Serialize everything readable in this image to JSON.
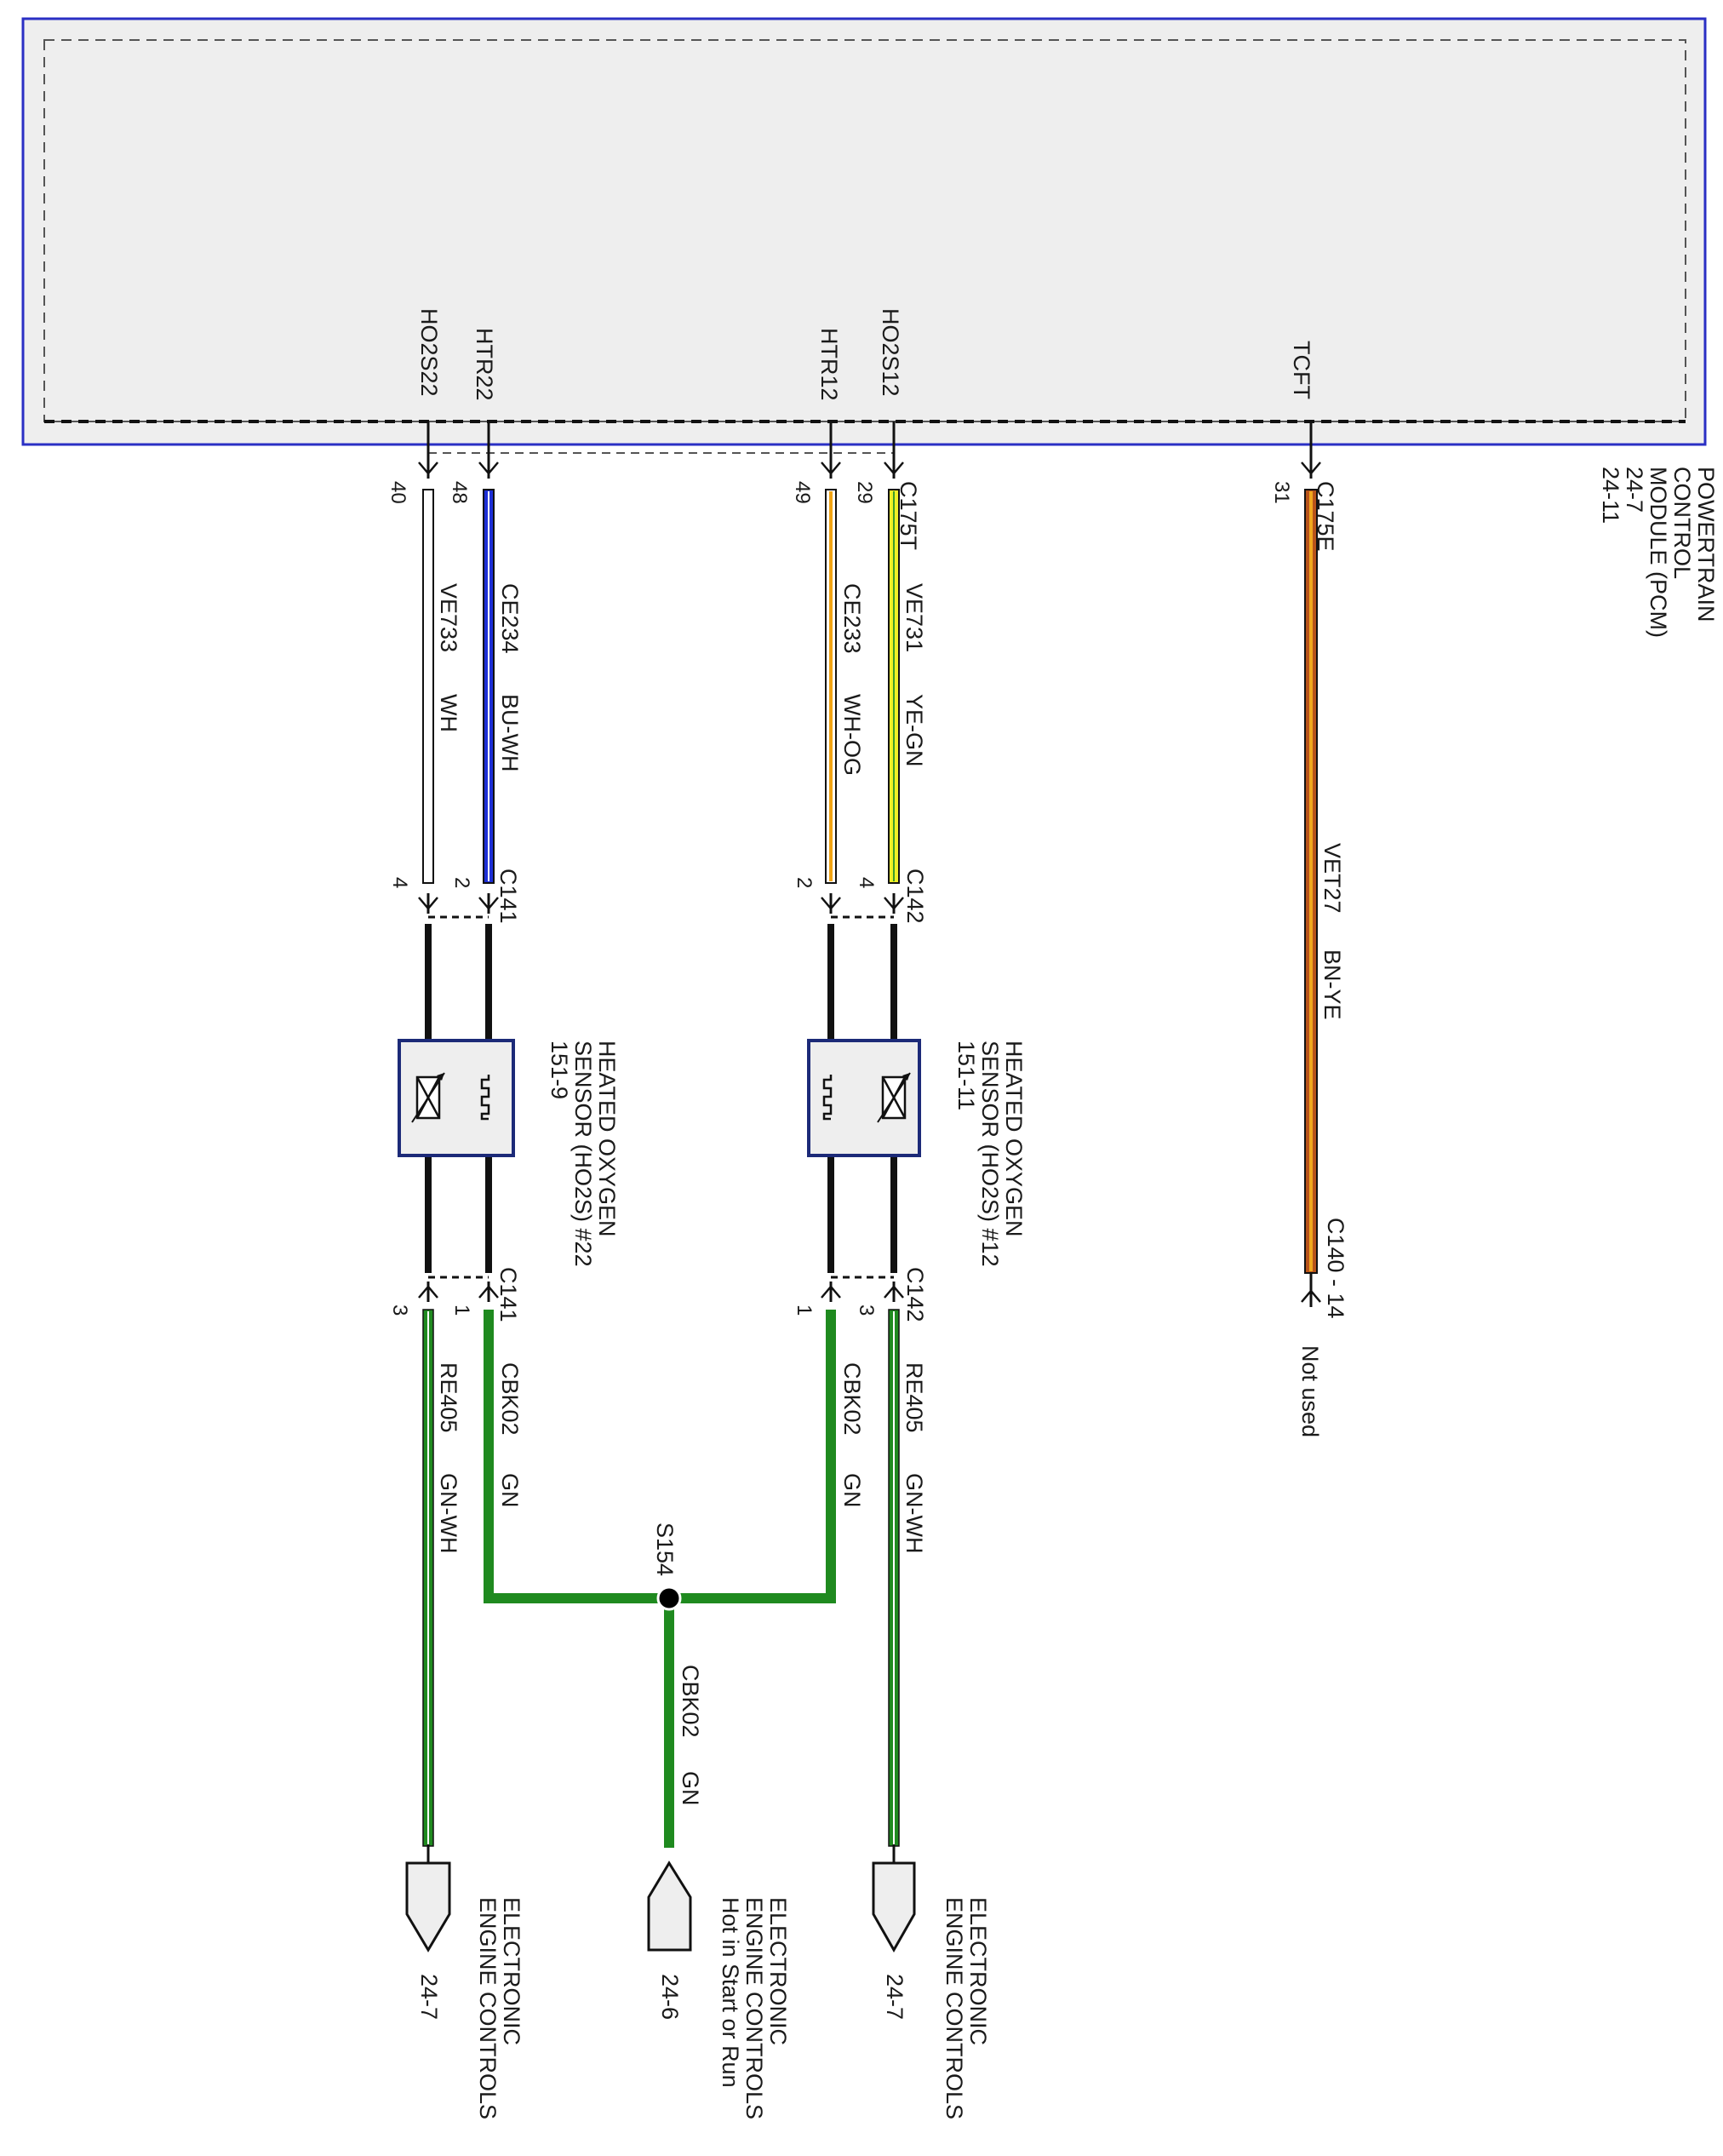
{
  "pcm": {
    "label_lines": [
      "POWERTRAIN",
      "CONTROL",
      "MODULE (PCM)",
      "24-7",
      "24-11"
    ],
    "pins": [
      {
        "id": "ho2s22",
        "name": "HO2S22"
      },
      {
        "id": "htr22",
        "name": "HTR22"
      },
      {
        "id": "htr12",
        "name": "HTR12"
      },
      {
        "id": "ho2s12",
        "name": "HO2S12"
      },
      {
        "id": "tcft",
        "name": "TCFT"
      }
    ]
  },
  "wires": [
    {
      "id": "ve733",
      "pin": "40",
      "circuit": "VE733",
      "color_code": "WH",
      "colors": [
        "#ffffff"
      ]
    },
    {
      "id": "ce234",
      "pin": "48",
      "circuit": "CE234",
      "color_code": "BU-WH",
      "colors": [
        "#1d2fd6",
        "#ffffff"
      ]
    },
    {
      "id": "ce233",
      "pin": "49",
      "circuit": "CE233",
      "color_code": "WH-OG",
      "colors": [
        "#ffffff",
        "#f2a414"
      ]
    },
    {
      "id": "ve731",
      "pin": "29",
      "connector": "C175T",
      "circuit": "VE731",
      "color_code": "YE-GN",
      "colors": [
        "#f0f026",
        "#3c9c2a"
      ]
    },
    {
      "id": "vet27",
      "pin": "31",
      "connector": "C175E",
      "circuit": "VET27",
      "color_code": "BN-YE",
      "colors": [
        "#b8531a",
        "#f0a81e"
      ]
    }
  ],
  "connectors": {
    "c141_top": {
      "name": "C141",
      "pins": [
        "4",
        "2"
      ]
    },
    "c142_top": {
      "name": "C142",
      "pins": [
        "2",
        "4"
      ]
    },
    "c141_bot": {
      "name": "C141",
      "pins": [
        "3",
        "1"
      ]
    },
    "c142_bot": {
      "name": "C142",
      "pins": [
        "1",
        "3"
      ]
    },
    "c140": {
      "name": "C140 - 14"
    }
  },
  "sensors": [
    {
      "id": "ho2s22",
      "label_lines": [
        "HEATED OXYGEN",
        "SENSOR (HO2S) #22",
        "151-9"
      ]
    },
    {
      "id": "ho2s12",
      "label_lines": [
        "HEATED OXYGEN",
        "SENSOR (HO2S) #12",
        "151-11"
      ]
    }
  ],
  "ground_wires": [
    {
      "id": "re405_left",
      "circuit": "RE405",
      "color_code": "GN-WH"
    },
    {
      "id": "cbk02_left",
      "circuit": "CBK02",
      "color_code": "GN"
    },
    {
      "id": "cbk02_right",
      "circuit": "CBK02",
      "color_code": "GN"
    },
    {
      "id": "re405_right",
      "circuit": "RE405",
      "color_code": "GN-WH"
    },
    {
      "id": "cbk02_center",
      "circuit": "CBK02",
      "color_code": "GN"
    }
  ],
  "splice": {
    "name": "S154"
  },
  "not_used": "Not used",
  "destinations": [
    {
      "id": "left",
      "ref": "24-7",
      "label_lines": [
        "ELECTRONIC",
        "ENGINE CONTROLS"
      ]
    },
    {
      "id": "center",
      "ref": "24-6",
      "label_lines": [
        "ELECTRONIC",
        "ENGINE CONTROLS",
        "Hot in Start or Run"
      ]
    },
    {
      "id": "right",
      "ref": "24-7",
      "label_lines": [
        "ELECTRONIC",
        "ENGINE CONTROLS"
      ]
    }
  ],
  "colors": {
    "pcm_border": "#2a2fc4",
    "pcm_fill": "#eeeeee",
    "sensor_border": "#1c2a78",
    "sensor_fill": "#eeeeee",
    "green_wire": "#1f8a1f",
    "black_wire": "#111111"
  }
}
